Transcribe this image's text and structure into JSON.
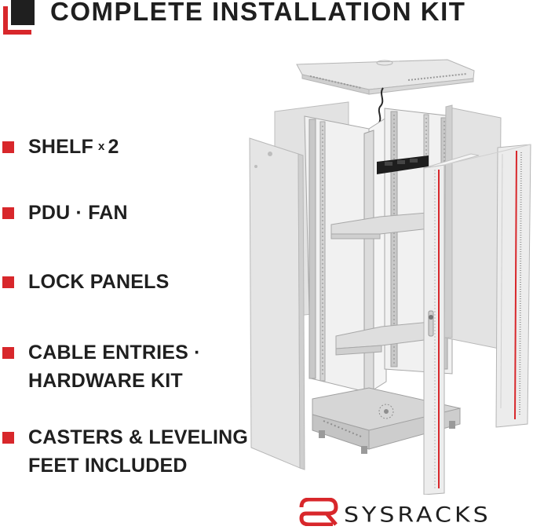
{
  "title": "COMPLETE INSTALLATION KIT",
  "features": [
    {
      "label": "SHELF",
      "qty_prefix": "x",
      "qty": "2"
    },
    {
      "label": "PDU · FAN"
    },
    {
      "label": "LOCK PANELS"
    },
    {
      "line1": "CABLE ENTRIES ·",
      "line2": "HARDWARE KIT"
    },
    {
      "line1": "CASTERS & LEVELING",
      "line2": "FEET INCLUDED"
    }
  ],
  "brand": {
    "name": "SYSRACKS"
  },
  "colors": {
    "accent": "#d8272b",
    "text": "#1f1f1f",
    "cabinet": "#e4e4e4",
    "frame": "#9a9a9a"
  }
}
